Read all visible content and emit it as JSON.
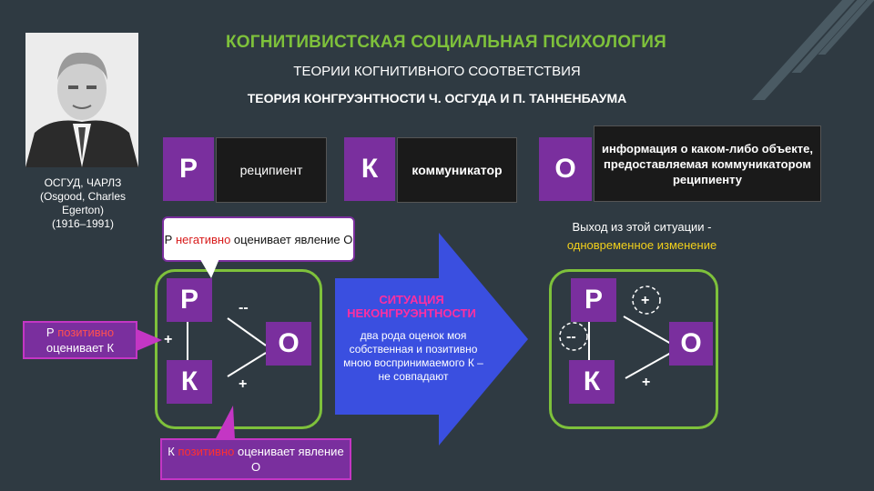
{
  "header": {
    "title": "КОГНИТИВИСТСКАЯ СОЦИАЛЬНАЯ ПСИХОЛОГИЯ",
    "subtitle": "ТЕОРИИ КОГНИТИВНОГО СООТВЕТСТВИЯ",
    "theory": "ТЕОРИЯ КОНГРУЭНТНОСТИ Ч. ОСГУДА И П. ТАННЕНБАУМА"
  },
  "portrait": {
    "caption_name": "ОСГУД, ЧАРЛЗ",
    "caption_latin_1": "(Osgood, Charles",
    "caption_latin_2": "Egerton)",
    "caption_years": "(1916–1991)"
  },
  "legend": {
    "p_letter": "Р",
    "p_text": "реципиент",
    "k_letter": "К",
    "k_text": "коммуникатор",
    "o_letter": "О",
    "o_text": "информация о каком-либо объекте, предоставляемая коммуникатором реципиенту"
  },
  "callouts": {
    "p_eval_k_pre": "Р ",
    "p_eval_k_hl": "позитивно",
    "p_eval_k_post": " оценивает К",
    "p_eval_o_pre": "Р ",
    "p_eval_o_hl": "негативно",
    "p_eval_o_post": " оценивает явление О",
    "k_eval_o_pre": "К ",
    "k_eval_o_hl": "позитивно",
    "k_eval_o_post": " оценивает явление О"
  },
  "left_triangle": {
    "p": "Р",
    "k": "К",
    "o": "О",
    "pk_sign": "+",
    "po_sign": "--",
    "ko_sign": "+"
  },
  "arrow": {
    "title_1": "СИТУАЦИЯ",
    "title_2": "НЕКОНГРУЭНТНОСТИ",
    "text": "два рода оценок моя собственная и позитивно мною воспринимаемого К – не совпадают"
  },
  "exit": {
    "line1": "Выход из этой ситуации -",
    "line2": "одновременное изменение"
  },
  "right_triangle": {
    "p": "Р",
    "k": "К",
    "o": "О",
    "pk_sign": "--",
    "po_sign": "+",
    "ko_sign": "+"
  },
  "colors": {
    "accent_green": "#7ec13b",
    "purple": "#7a2f9e",
    "arrow_blue": "#3a4fe0"
  }
}
